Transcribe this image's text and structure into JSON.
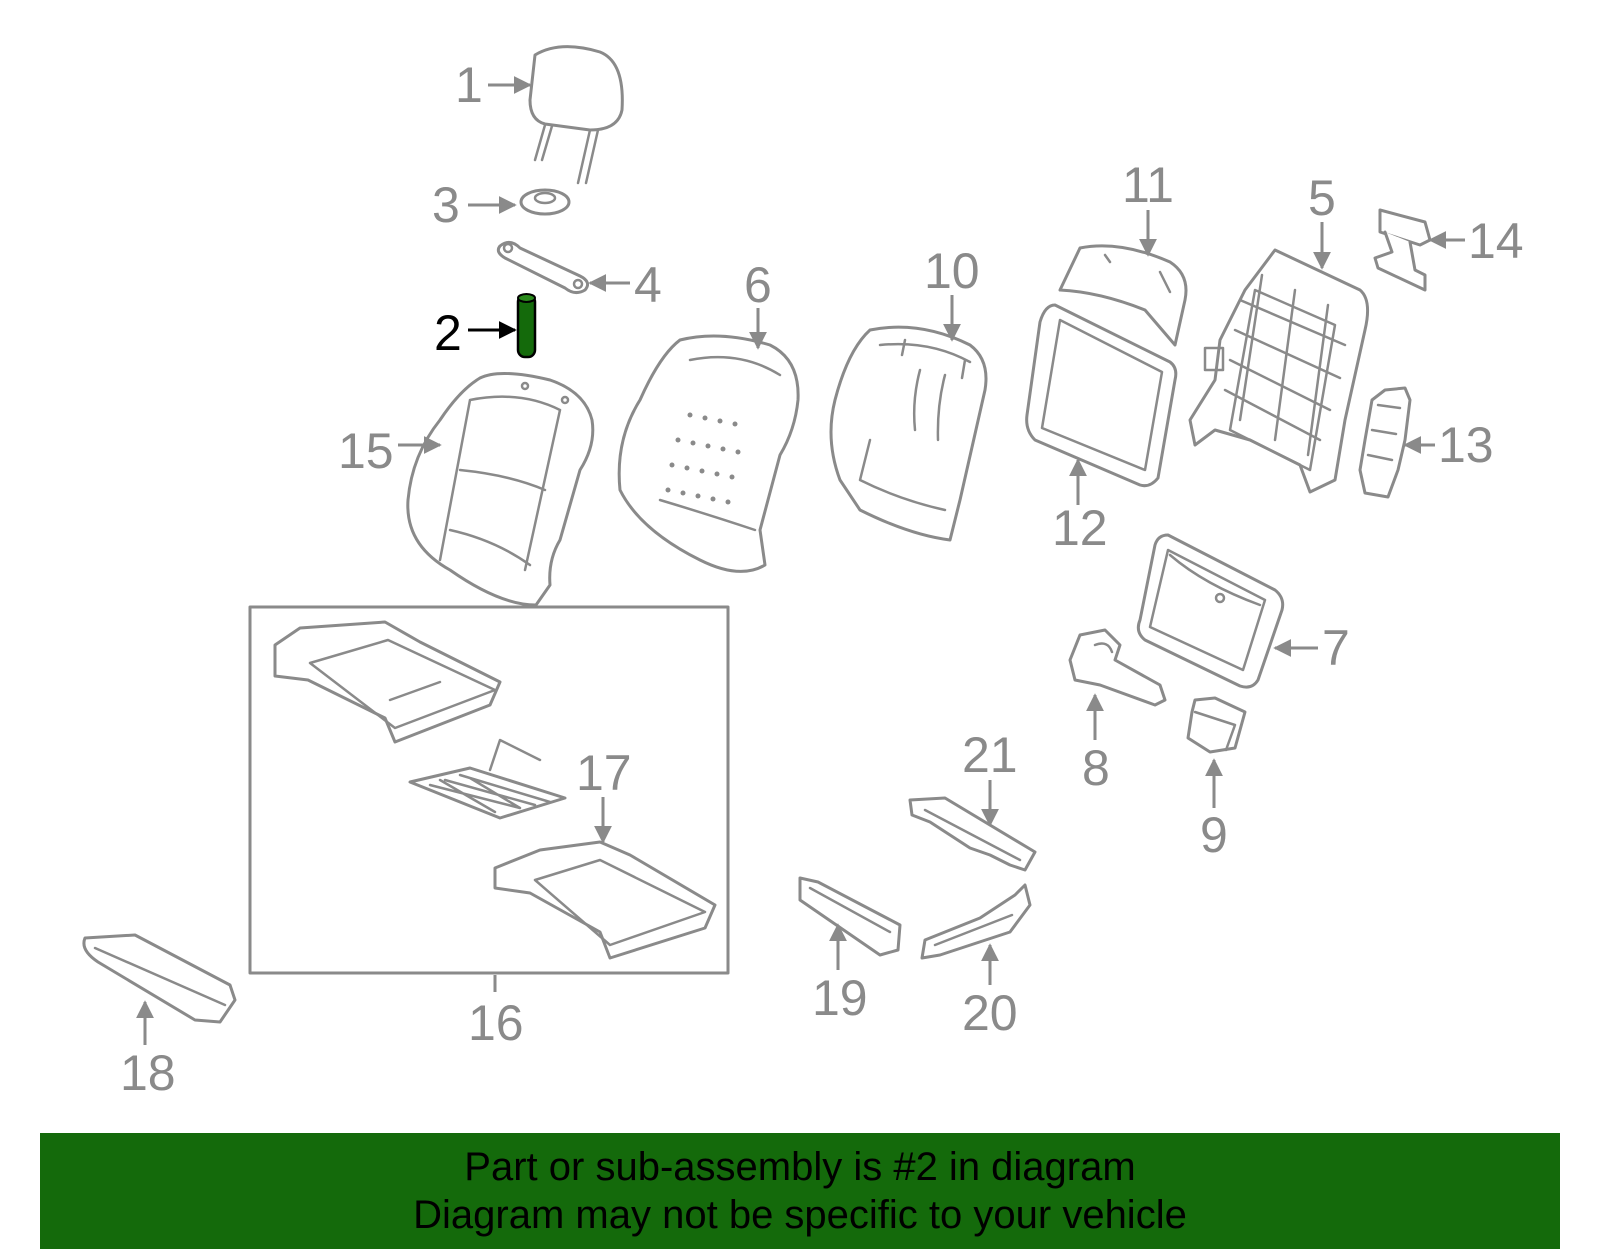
{
  "colors": {
    "highlight": "#146a0b",
    "outline": "#8a8a8a",
    "banner_bg": "#146a0b",
    "banner_text": "#000000"
  },
  "callouts": {
    "c1": "1",
    "c2": "2",
    "c3": "3",
    "c4": "4",
    "c5": "5",
    "c6": "6",
    "c7": "7",
    "c8": "8",
    "c9": "9",
    "c10": "10",
    "c11": "11",
    "c12": "12",
    "c13": "13",
    "c14": "14",
    "c15": "15",
    "c16": "16",
    "c17": "17",
    "c18": "18",
    "c19": "19",
    "c20": "20",
    "c21": "21"
  },
  "highlighted_part": "2",
  "banner": {
    "line1": "Part or sub-assembly is #2 in diagram",
    "line2": "Diagram may not be specific to your vehicle"
  }
}
